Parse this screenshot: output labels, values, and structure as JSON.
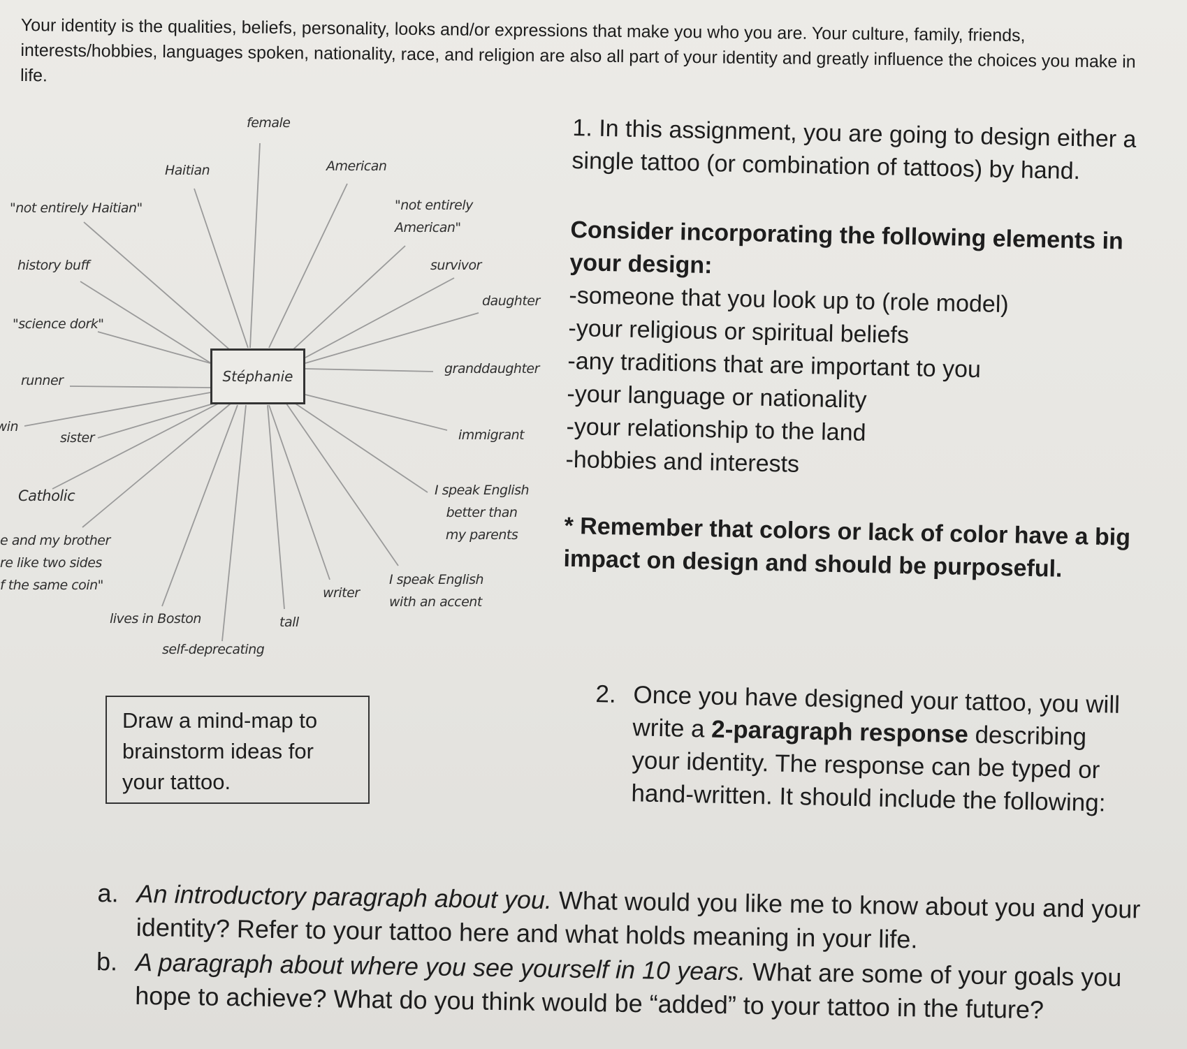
{
  "intro": {
    "text": "Your identity is the qualities, beliefs, personality, looks and/or expressions that make you who you are.  Your culture, family, friends, interests/hobbies, languages spoken, nationality, race, and religion are also all part of your identity and greatly influence the choices you make in life."
  },
  "mindmap": {
    "center": "Stéphanie",
    "labels": [
      "female",
      "Haitian",
      "American",
      "\"not entirely Haitian\"",
      "\"not entirely\nAmerican\"",
      "history buff",
      "survivor",
      "daughter",
      "\"science dork\"",
      "runner",
      "granddaughter",
      "win",
      "sister",
      "immigrant",
      "Catholic",
      "I speak English\nbetter than\nmy parents",
      "e and my brother\nre like two sides\nf the same coin\"",
      "I speak English\nwith an accent",
      "writer",
      "lives in Boston",
      "tall",
      "self-deprecating"
    ]
  },
  "mindmap_prompt": "Draw a mind-map to brainstorm ideas for your tattoo.",
  "instructions": {
    "step1": "1. In this assignment, you are going to design either a single tattoo (or combination of tattoos) by hand.",
    "consider_heading": "Consider incorporating the following elements in your design:",
    "elements": [
      "-someone that you look up to (role model)",
      "-your religious or spiritual beliefs",
      "-any traditions that are important to you",
      "-your language or nationality",
      "-your relationship to the land",
      "-hobbies and interests"
    ],
    "remember": "* Remember that colors or lack of color have a big impact on design and should be purposeful.",
    "step2": {
      "number": "2.",
      "before": "Once you have designed your tattoo, you will write a ",
      "bold": "2-paragraph response",
      "after": " describing your identity. The response can be typed or hand-written. It should include the following:"
    },
    "sub_items": [
      {
        "letter": "a.",
        "italic": "An introductory paragraph about you.",
        "rest": " What would you like me to know about you and your identity? Refer to your tattoo here and what holds meaning in your life."
      },
      {
        "letter": "b.",
        "italic": "A paragraph about where you see yourself in 10 years.",
        "rest": " What are some of your goals you hope to achieve? What do you think would be “added” to your tattoo in the future?"
      }
    ]
  }
}
